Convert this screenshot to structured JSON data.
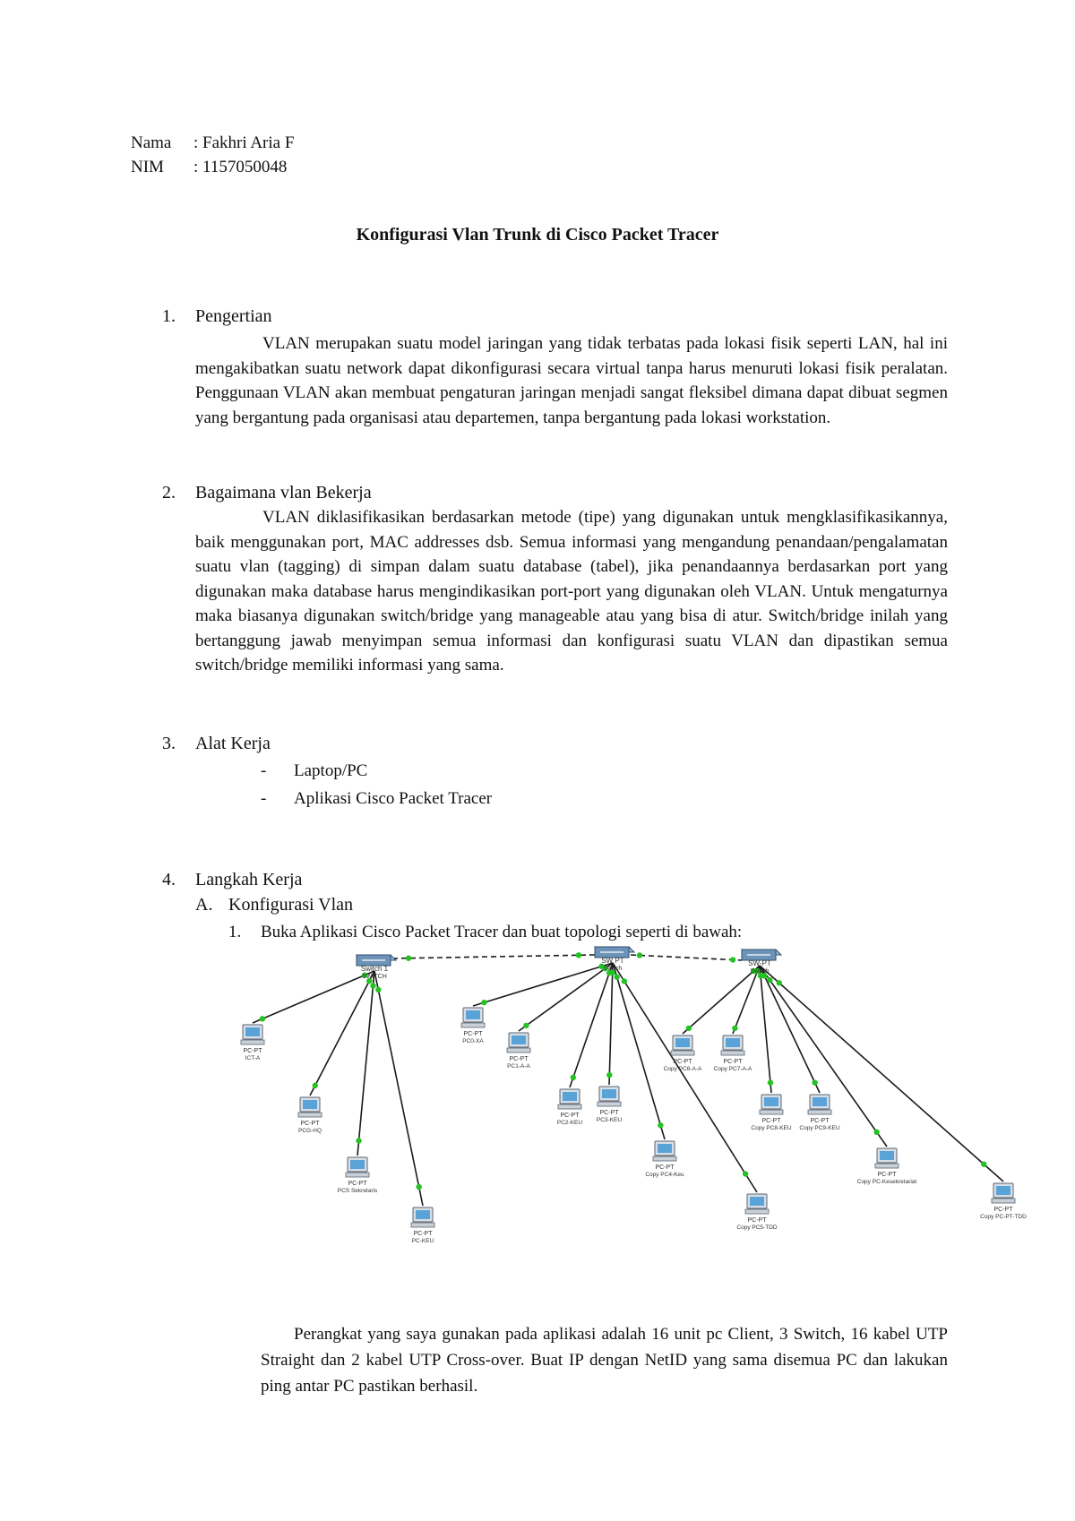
{
  "header": {
    "name_label": "Nama",
    "name_value": ": Fakhri Aria F",
    "nim_label": "NIM",
    "nim_value": ": 1157050048"
  },
  "title": "Konfigurasi Vlan Trunk di Cisco Packet Tracer",
  "sections": [
    {
      "number": "1.",
      "heading": "Pengertian",
      "body": "VLAN merupakan suatu model jaringan yang tidak terbatas pada lokasi fisik seperti LAN, hal ini mengakibatkan suatu network dapat dikonfigurasi secara virtual tanpa harus menuruti lokasi fisik peralatan. Penggunaan VLAN akan membuat pengaturan jaringan menjadi sangat fleksibel dimana dapat dibuat segmen yang bergantung pada organisasi atau departemen, tanpa bergantung pada lokasi workstation."
    },
    {
      "number": "2.",
      "heading": "Bagaimana vlan Bekerja",
      "body": "VLAN diklasifikasikan berdasarkan metode (tipe) yang digunakan untuk mengklasifikasikannya, baik menggunakan port, MAC addresses dsb. Semua informasi yang mengandung penandaan/pengalamatan suatu vlan (tagging) di simpan dalam suatu database (tabel), jika penandaannya berdasarkan port yang digunakan maka database harus mengindikasikan port-port yang digunakan oleh VLAN. Untuk mengaturnya maka biasanya digunakan switch/bridge yang manageable atau yang bisa di atur. Switch/bridge inilah yang bertanggung jawab menyimpan semua informasi dan konfigurasi suatu VLAN dan dipastikan semua switch/bridge memiliki informasi yang sama."
    },
    {
      "number": "3.",
      "heading": "Alat Kerja",
      "items": [
        "Laptop/PC",
        "Aplikasi Cisco Packet Tracer"
      ]
    },
    {
      "number": "4.",
      "heading": "Langkah Kerja",
      "sub_letter": "A.",
      "sub_heading": "Konfigurasi Vlan",
      "step_number": "1.",
      "step_text": "Buka Aplikasi Cisco Packet Tracer dan buat topologi seperti di bawah:"
    }
  ],
  "topology": {
    "switches": [
      {
        "label": "Switch 1",
        "sub": "SWITCH"
      },
      {
        "label": "SW PT",
        "sub": "Switch"
      },
      {
        "label": "SW-PT",
        "sub": "Switch"
      }
    ],
    "pcs": [
      {
        "label": "PC-PT",
        "sub": "ICT-A"
      },
      {
        "label": "PC-PT",
        "sub": "PCG-HQ"
      },
      {
        "label": "PC-PT",
        "sub": "PCS Sekretaris"
      },
      {
        "label": "PC-PT",
        "sub": "PC-KEU"
      },
      {
        "label": "PC-PT",
        "sub": "PC0-XA"
      },
      {
        "label": "PC-PT",
        "sub": "PC1-A-A"
      },
      {
        "label": "PC-PT",
        "sub": "PC2-KEU"
      },
      {
        "label": "PC-PT",
        "sub": "PC3-KEU"
      },
      {
        "label": "PC-PT",
        "sub": "Copy PC4-Keu"
      },
      {
        "label": "PC-PT",
        "sub": "Copy PC5-TDD"
      },
      {
        "label": "PC-PT",
        "sub": "Copy PC6-A-A"
      },
      {
        "label": "PC-PT",
        "sub": "Copy PC7-A-A"
      },
      {
        "label": "PC-PT",
        "sub": "Copy PC8-KEU"
      },
      {
        "label": "PC-PT",
        "sub": "Copy PC9-KEU"
      },
      {
        "label": "PC-PT",
        "sub": "Copy PC-Kesekretariat"
      },
      {
        "label": "PC-PT",
        "sub": "Copy PC-PT-TDD"
      }
    ]
  },
  "closing": "Perangkat yang saya gunakan pada aplikasi adalah 16 unit pc Client, 3 Switch, 16 kabel UTP Straight dan 2 kabel UTP Cross-over. Buat IP dengan NetID yang sama disemua PC dan lakukan ping antar PC pastikan berhasil.",
  "colors": {
    "link_dot": "#22c322",
    "pc_screen": "#5aa3d8",
    "switch_body": "#6d93b8"
  }
}
